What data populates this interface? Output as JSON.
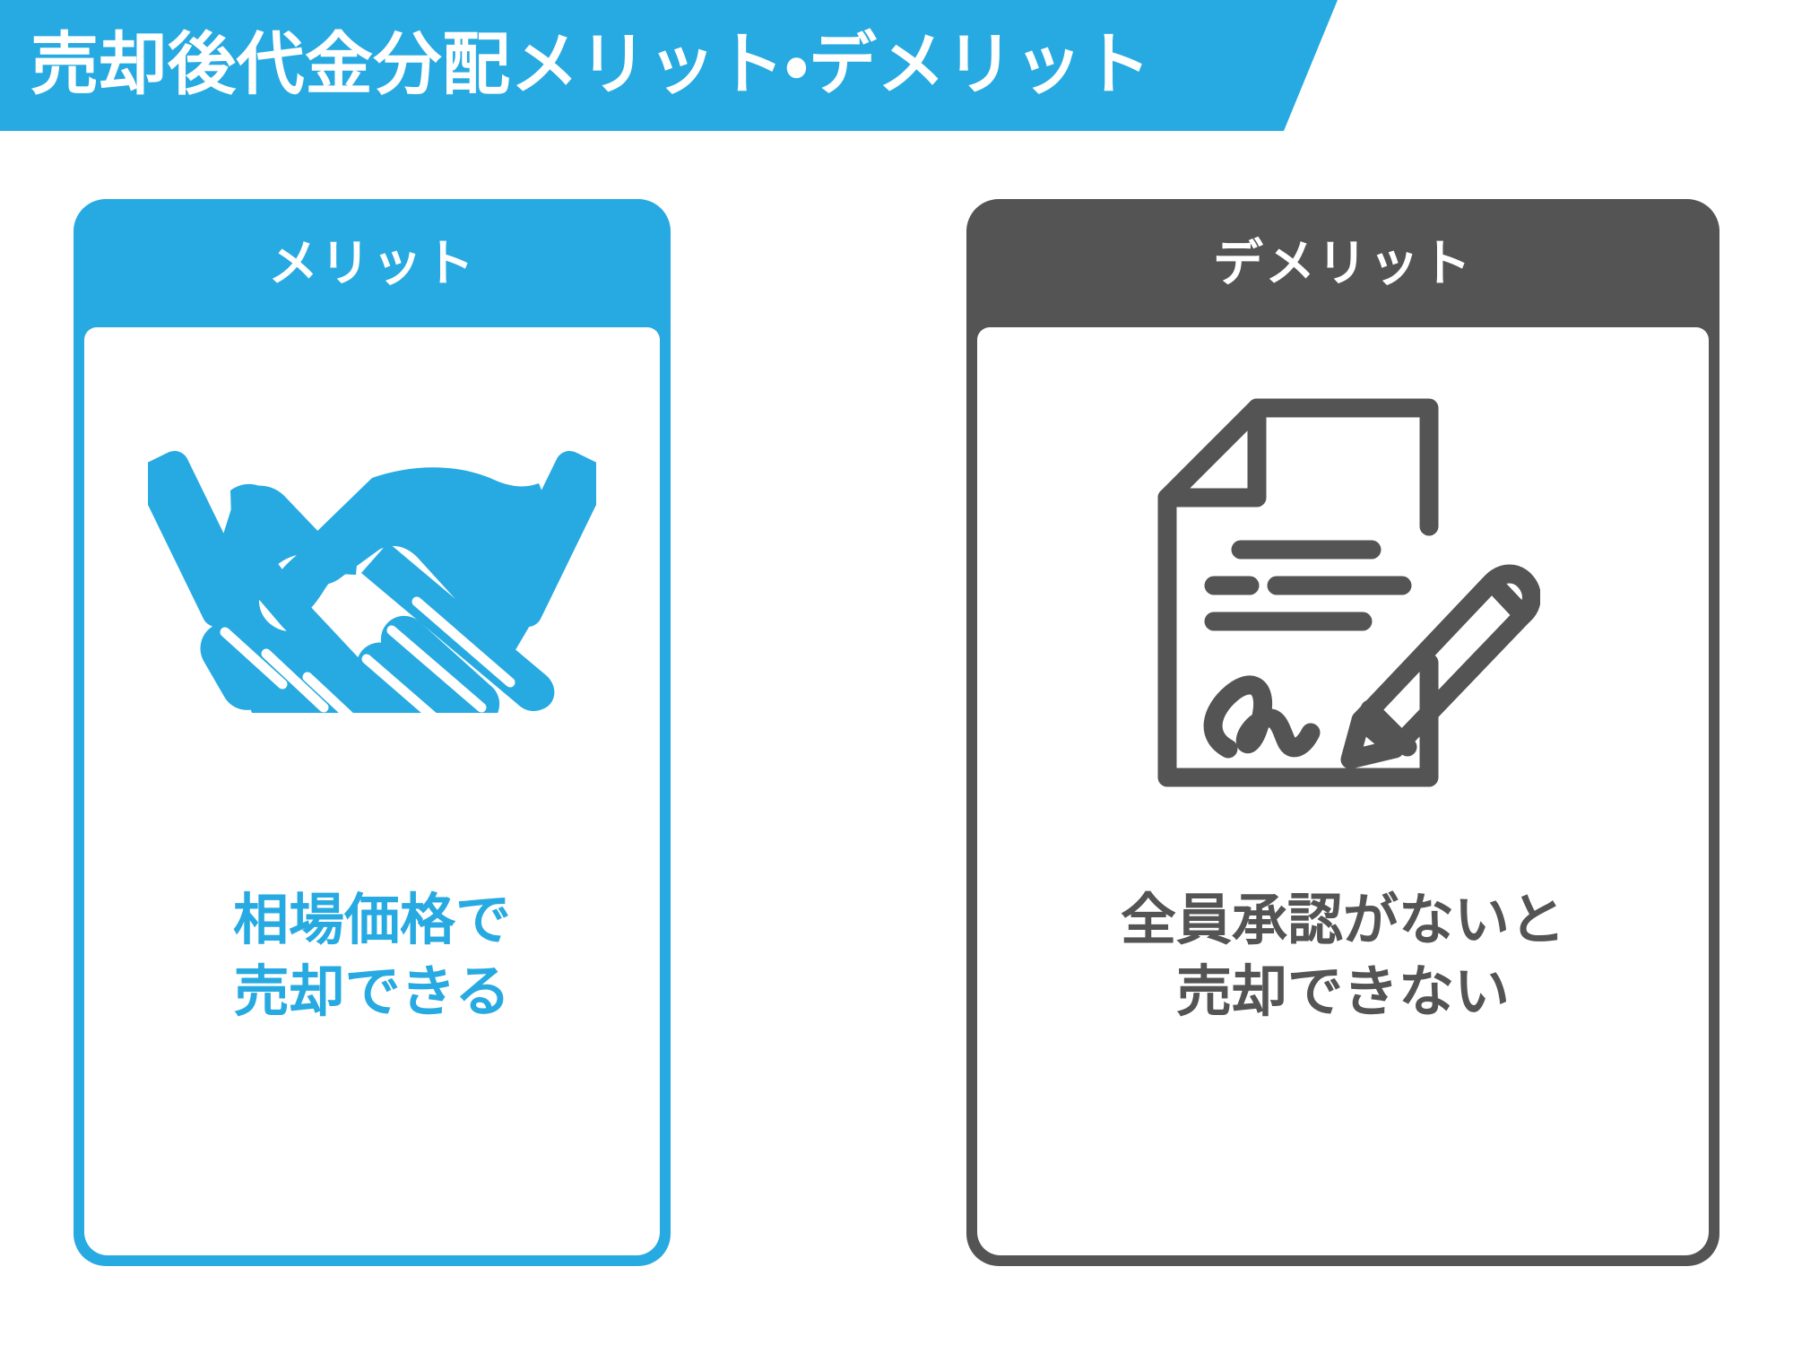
{
  "banner": {
    "title": "売却後代金分配メリット・デメリット",
    "background_color": "#27aae1",
    "text_color": "#ffffff"
  },
  "colors": {
    "accent_blue": "#27aae1",
    "accent_gray": "#545454",
    "page_background": "#ffffff"
  },
  "cards": {
    "merit": {
      "header_label": "メリット",
      "header_color": "#27aae1",
      "icon_name": "handshake-icon",
      "icon_color": "#27aae1",
      "caption_line1": "相場価格で",
      "caption_line2": "売却できる",
      "caption_color": "#27aae1"
    },
    "demerit": {
      "header_label": "デメリット",
      "header_color": "#545454",
      "icon_name": "contract-signature-pen-icon",
      "icon_color": "#545454",
      "caption_line1": "全員承認がないと",
      "caption_line2": "売却できない",
      "caption_color": "#545454"
    }
  }
}
